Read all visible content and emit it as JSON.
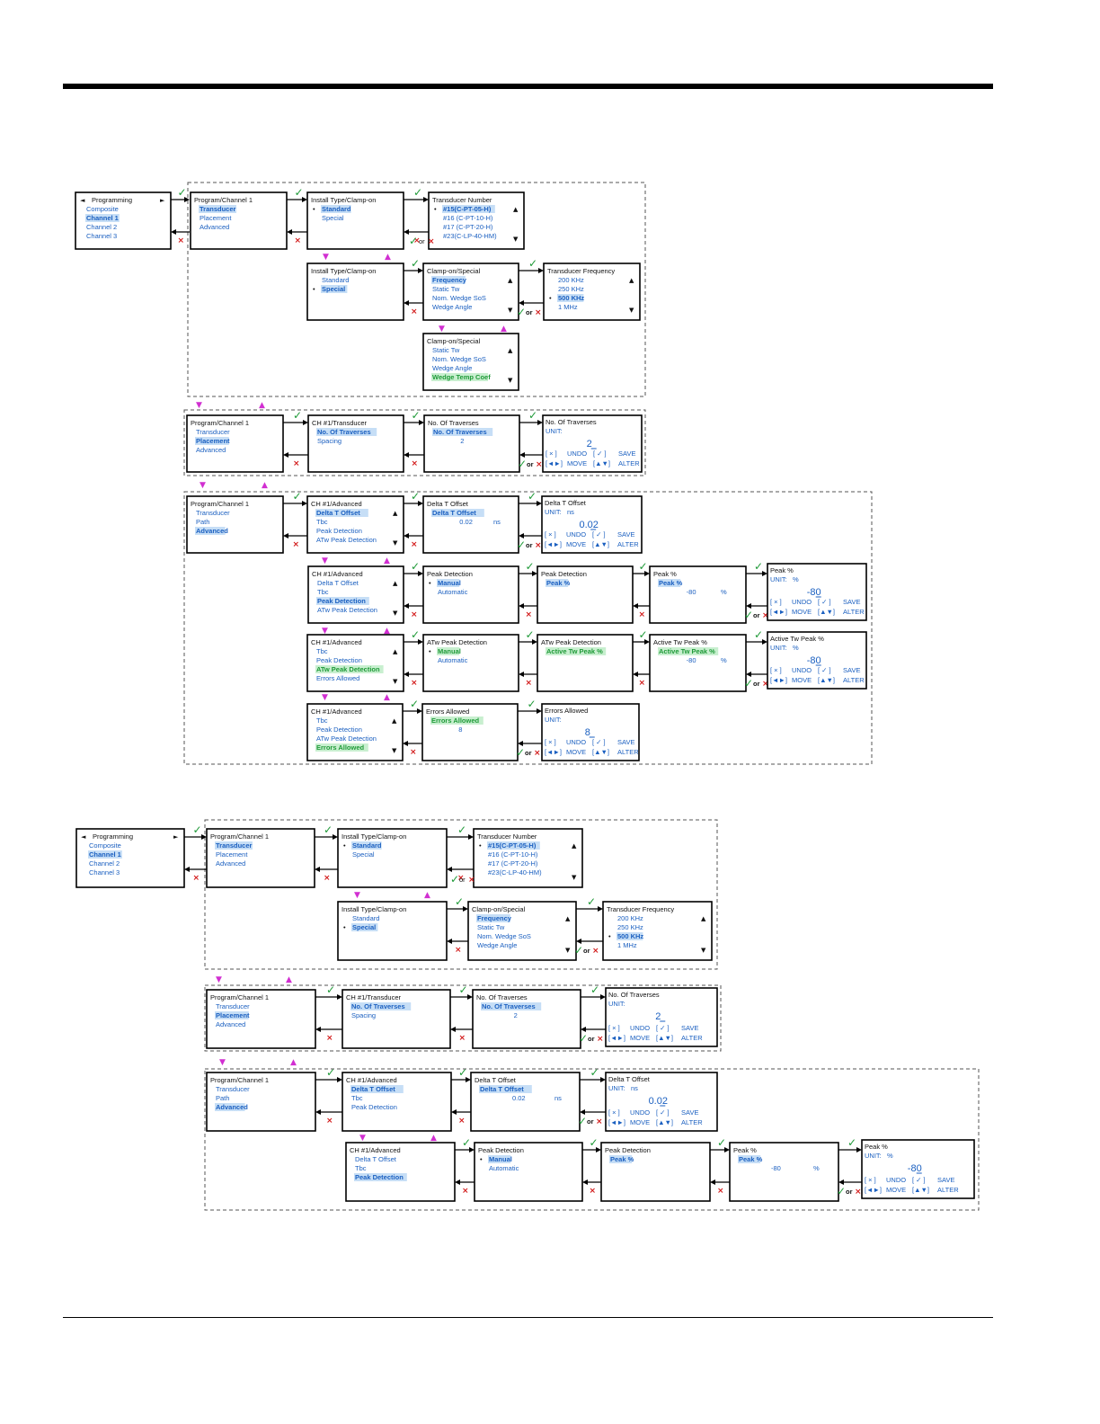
{
  "icons": {
    "check": "✓",
    "cross": "×",
    "up": "▲",
    "down": "▼",
    "left": "◄",
    "right": "►",
    "bullet": "•"
  },
  "words": {
    "or": "or"
  },
  "colors": {
    "text_blue": "#1a5fc0",
    "text_green": "#1f9a38",
    "highlight_blue": "#c6def6",
    "highlight_green": "#c8efcf",
    "check": "#1f9a38",
    "cross": "#d21919",
    "triangle": "#d12fd1"
  },
  "edit_labels": {
    "undo": "UNDO",
    "save": "SAVE",
    "move": "MOVE",
    "alter": "ALTER",
    "x": "[ × ]",
    "ok": "[ ✓ ]",
    "lr": "[◄►]",
    "ud": "[▲▼]"
  },
  "unit_label": "UNIT:",
  "boxes": {
    "prog": {
      "title": "Programming",
      "items": [
        "Composite",
        "Channel 1",
        "Channel 2",
        "Channel 3"
      ],
      "sel": 1
    },
    "pc_t": {
      "title": "Program/Channel 1",
      "items": [
        "Transducer",
        "Placement",
        "Advanced"
      ],
      "sel": 0
    },
    "pc_p": {
      "title": "Program/Channel 1",
      "items": [
        "Transducer",
        "Placement",
        "Advanced"
      ],
      "sel": 1
    },
    "pc_a": {
      "title": "Program/Channel 1",
      "items": [
        "Transducer",
        "Path",
        "Advanced"
      ],
      "sel": 2
    },
    "inst_std": {
      "title": "Install Type/Clamp-on",
      "items": [
        "Standard",
        "Special"
      ],
      "sel": 0
    },
    "inst_spc": {
      "title": "Install Type/Clamp-on",
      "items": [
        "Standard",
        "Special"
      ],
      "sel": 1
    },
    "tnum": {
      "title": "Transducer Number",
      "items": [
        "#15(C-PT-05-H)",
        "#16 (C-PT-10-H)",
        "#17 (C-PT-20-H)",
        "#23(C-LP-40-HM)"
      ],
      "sel": 0
    },
    "cos1": {
      "title": "Clamp-on/Special",
      "items": [
        "Frequency",
        "Static Tw",
        "Nom. Wedge SoS",
        "Wedge Angle"
      ],
      "sel": 0
    },
    "tfreq": {
      "title": "Transducer Frequency",
      "items": [
        "200 KHz",
        "250 KHz",
        "500 KHz",
        "1 MHz"
      ],
      "sel": 2
    },
    "cos2": {
      "title": "Clamp-on/Special",
      "items": [
        "Static Tw",
        "Nom. Wedge SoS",
        "Wedge Angle",
        "Wedge Temp Coef"
      ],
      "sel": 3
    },
    "cht": {
      "title": "CH #1/Transducer",
      "items": [
        "No. Of Traverses",
        "Spacing"
      ],
      "sel": 0
    },
    "not": {
      "title": "No. Of Traverses",
      "items": [
        "No. Of Traverses",
        "2"
      ],
      "sel": 0
    },
    "note": {
      "title": "No. Of Traverses",
      "unit": "",
      "value": "2"
    },
    "cha1": {
      "title": "CH #1/Advanced",
      "items": [
        "Delta T Offset",
        "Tbc",
        "Peak Detection",
        "ATw Peak Detection"
      ],
      "sel": 0
    },
    "cha1b": {
      "title": "CH #1/Advanced",
      "items": [
        "Delta T Offset",
        "Tbc",
        "Peak Detection"
      ],
      "sel": 0
    },
    "dto": {
      "title": "Delta T Offset",
      "items": [
        "Delta T Offset",
        "0.02"
      ],
      "sel": 0,
      "unit": "ns"
    },
    "dtoe": {
      "title": "Delta T Offset",
      "unit": "ns",
      "value": "0.02"
    },
    "cha2": {
      "title": "CH #1/Advanced",
      "items": [
        "Delta T Offset",
        "Tbc",
        "Peak Detection",
        "ATw Peak Detection"
      ],
      "sel": 2
    },
    "cha2b": {
      "title": "CH #1/Advanced",
      "items": [
        "Delta T Offset",
        "Tbc",
        "Peak Detection"
      ],
      "sel": 2
    },
    "pd1": {
      "title": "Peak Detection",
      "items": [
        "Manual",
        "Automatic"
      ],
      "sel": 0
    },
    "pd2": {
      "title": "Peak Detection",
      "items": [
        "Peak %"
      ],
      "sel": 0
    },
    "pp": {
      "title": "Peak %",
      "items": [
        "Peak %",
        "-80"
      ],
      "sel": 0,
      "unit": "%"
    },
    "ppe": {
      "title": "Peak %",
      "unit": "%",
      "value": "-80"
    },
    "cha3": {
      "title": "CH #1/Advanced",
      "items": [
        "Tbc",
        "Peak Detection",
        "ATw Peak Detection",
        "Errors Allowed"
      ],
      "sel": 2
    },
    "atw1": {
      "title": "ATw Peak Detection",
      "items": [
        "Manual",
        "Automatic"
      ],
      "sel": 0
    },
    "atw2": {
      "title": "ATw Peak Detection",
      "items": [
        "Active Tw Peak %"
      ],
      "sel": 0
    },
    "atp": {
      "title": "Active Tw Peak %",
      "items": [
        "Active Tw Peak %",
        "-80"
      ],
      "sel": 0,
      "unit": "%"
    },
    "atpe": {
      "title": "Active Tw Peak %",
      "unit": "%",
      "value": "-80"
    },
    "cha4": {
      "title": "CH #1/Advanced",
      "items": [
        "Tbc",
        "Peak Detection",
        "ATw Peak Detection",
        "Errors Allowed"
      ],
      "sel": 3
    },
    "ea": {
      "title": "Errors Allowed",
      "items": [
        "Errors Allowed",
        "8"
      ],
      "sel": 0
    },
    "eae": {
      "title": "Errors Allowed",
      "unit": "",
      "value": "8"
    }
  }
}
